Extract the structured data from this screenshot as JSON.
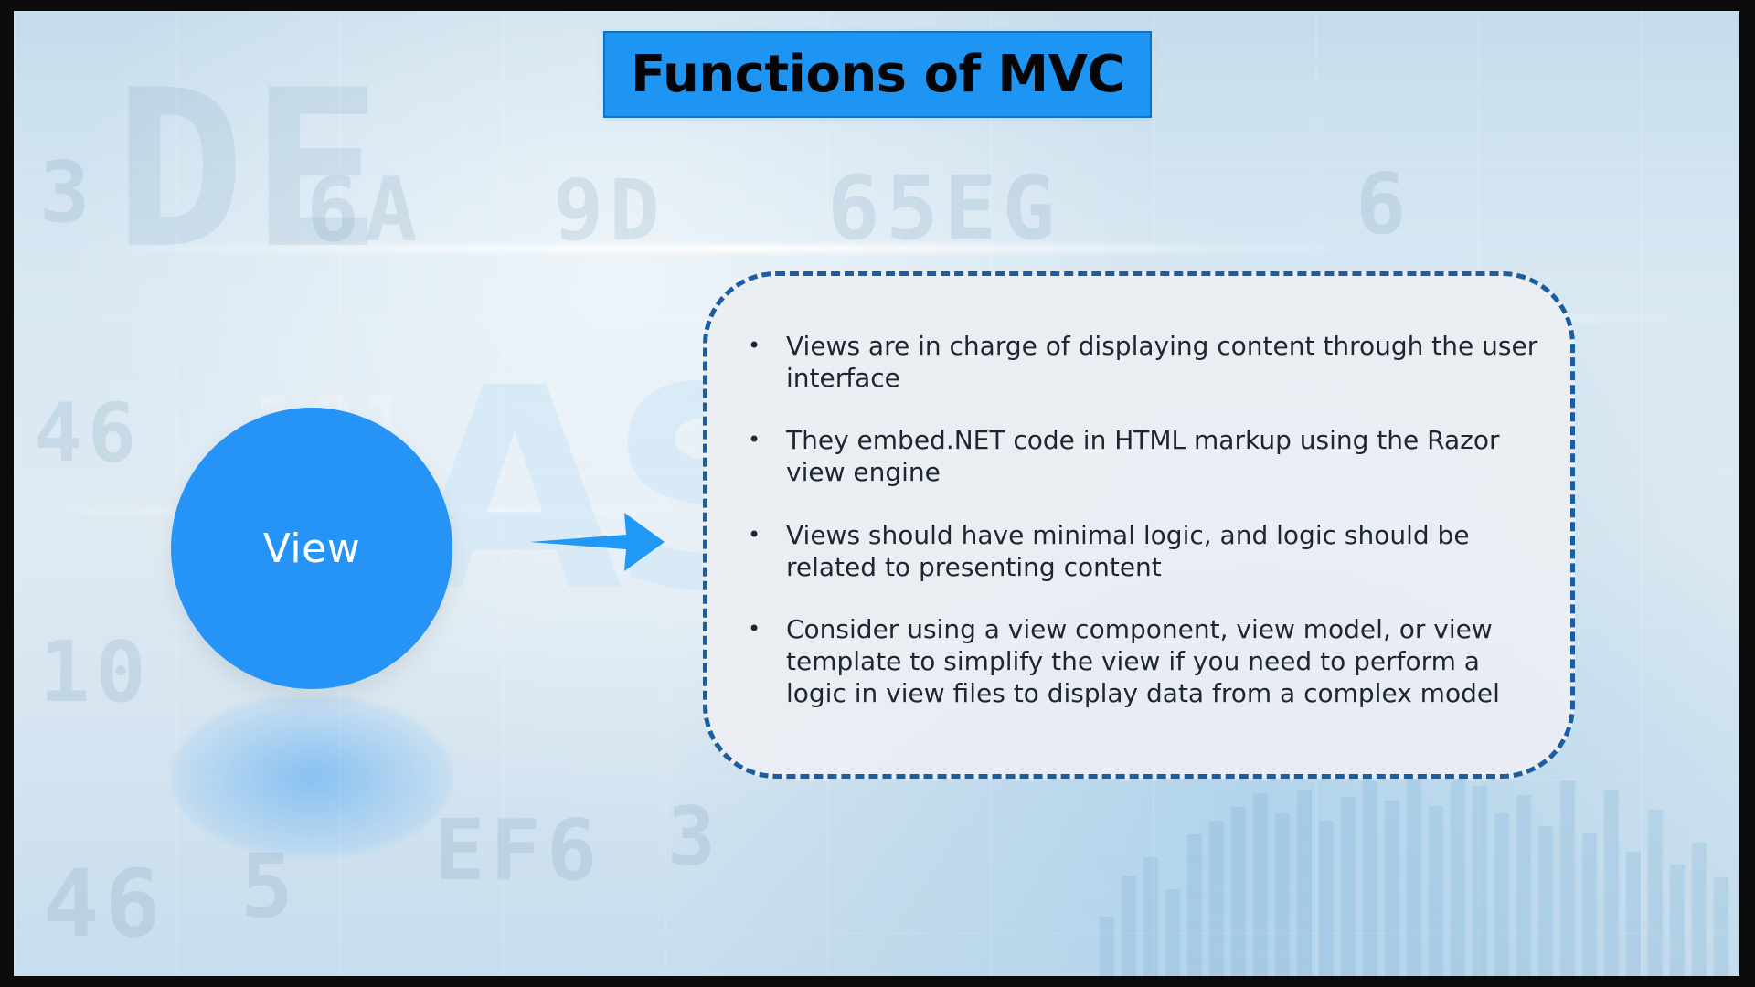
{
  "slide": {
    "title": "Functions of MVC",
    "view_label": "View",
    "bullets": [
      "Views are in charge of displaying content through the user interface",
      "They embed.NET code in HTML markup using the Razor view engine",
      "Views should have minimal logic, and logic should be related to presenting content",
      "Consider using a view component, view model, or view template to simplify the view if you need to perform a logic in view files to display data from a complex model"
    ],
    "bullet_symbol": "•"
  },
  "background": {
    "glyphs": [
      "3",
      "DE",
      "6A",
      "9D",
      "65EG",
      "6",
      "46",
      "101",
      "10",
      "EF6",
      "3",
      "46",
      "5"
    ],
    "letters": "AS"
  },
  "colors": {
    "title_bg": "#1e95f2",
    "title_border": "#1373bf",
    "circle": "#2594f6",
    "box_border": "#1a5da1",
    "box_fill": "#eaedf3",
    "text": "#1c2731"
  }
}
